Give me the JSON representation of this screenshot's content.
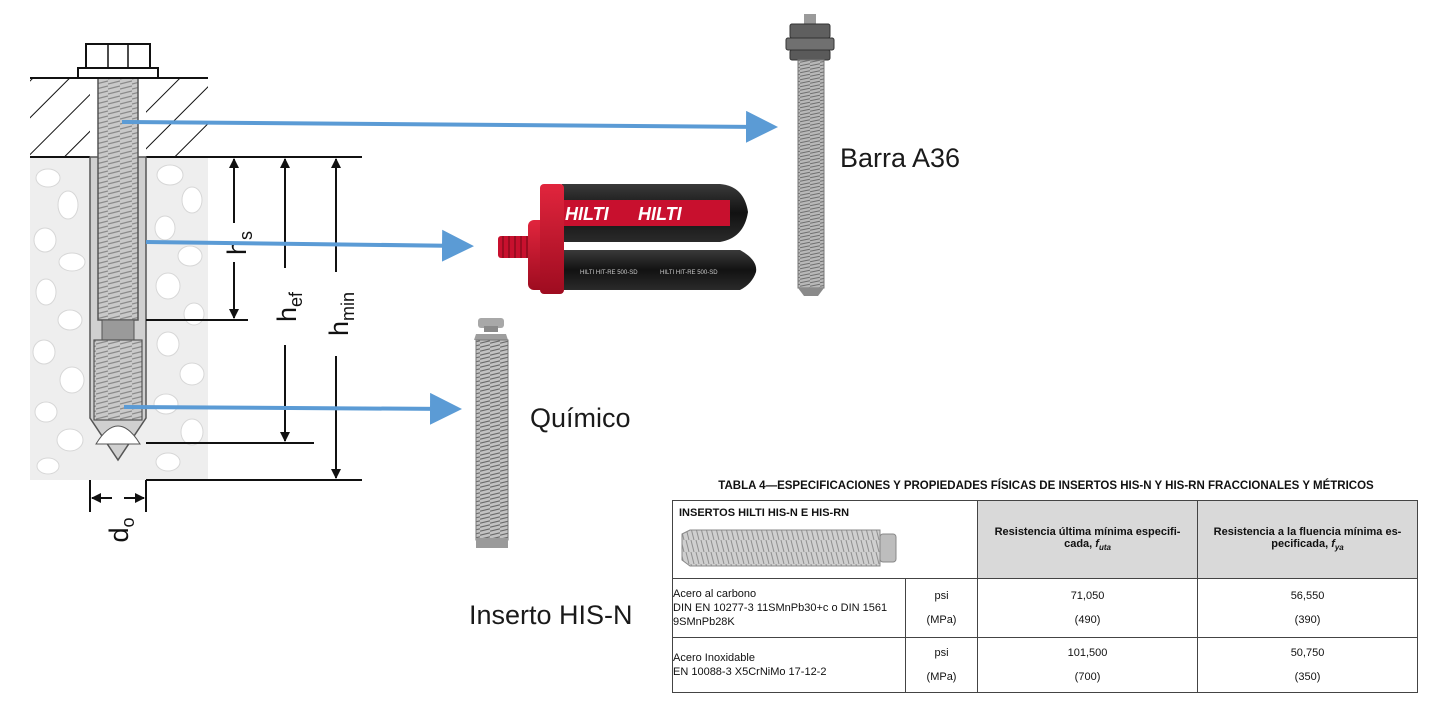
{
  "labels": {
    "rod": "Barra A36",
    "chemical": "Químico",
    "insert": "Inserto HIS-N"
  },
  "dimensions": {
    "hs": "h",
    "hs_sub": "s",
    "hef": "h",
    "hef_sub": "ef",
    "hmin": "h",
    "hmin_sub": "min",
    "do": "d",
    "do_sub": "o"
  },
  "cartridge_brand": "HILTI",
  "cartridge_print": "HILTI HIT-RE 500-SD",
  "table": {
    "title": "TABLA 4—ESPECIFICACIONES Y PROPIEDADES FÍSICAS DE INSERTOS HIS-N Y HIS-RN FRACCIONALES Y MÉTRICOS",
    "product_header": "INSERTOS HILTI HIS-N E HIS-RN",
    "col_fu_text": "Resistencia última mínima especifi-cada, ",
    "col_fu_sym": "f",
    "col_fu_sub": "uta",
    "col_fy_text": "Resistencia a la fluencia mínima es-pecificada, ",
    "col_fy_sym": "f",
    "col_fy_sub": "ya",
    "rows": [
      {
        "material_1": "Acero al carbono",
        "material_2": "DIN EN 10277-3 11SMnPb30+c o DIN 1561 9SMnPb28K",
        "unit_1": "psi",
        "unit_2": "(MPa)",
        "fu_1": "71,050",
        "fu_2": "(490)",
        "fy_1": "56,550",
        "fy_2": "(390)"
      },
      {
        "material_1": "Acero Inoxidable",
        "material_2": "EN 10088-3 X5CrNiMo 17-12-2",
        "unit_1": "psi",
        "unit_2": "(MPa)",
        "fu_1": "101,500",
        "fu_2": "(700)",
        "fy_1": "50,750",
        "fy_2": "(350)"
      }
    ]
  },
  "colors": {
    "arrow": "#5b9bd5",
    "cartridge_red": "#c8102e",
    "cartridge_black": "#1c1c1c",
    "table_header": "#d9d9d9"
  }
}
